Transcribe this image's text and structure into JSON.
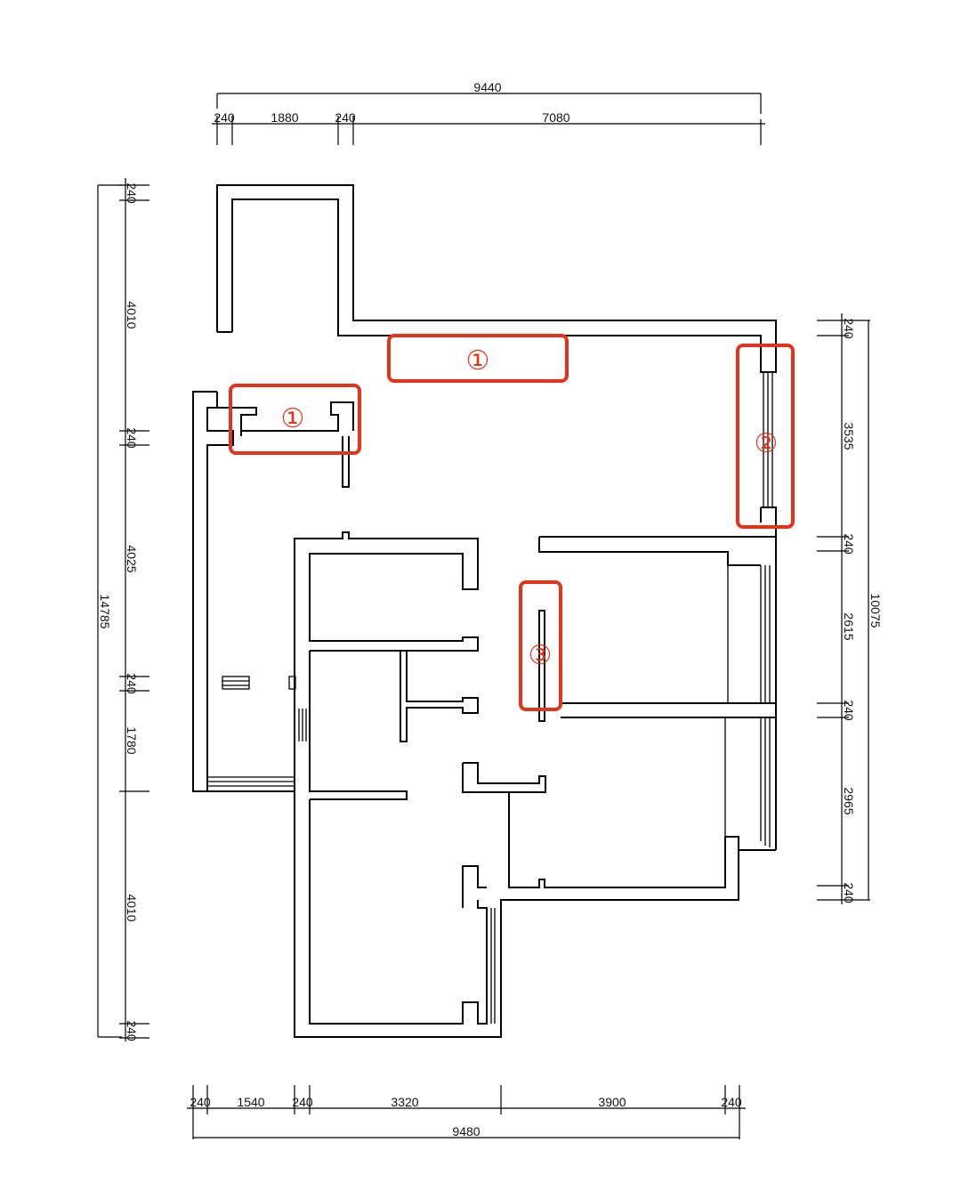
{
  "dimensions": {
    "top_total": "9440",
    "top_segments": [
      "240",
      "1880",
      "240",
      "7080"
    ],
    "bottom_total": "9480",
    "bottom_segments": [
      "240",
      "1540",
      "240",
      "3320",
      "3900",
      "240"
    ],
    "left_total": "14785",
    "left_segments": [
      "240",
      "4010",
      "240",
      "4025",
      "240",
      "1780",
      "4010",
      "240"
    ],
    "right_total": "10075",
    "right_segments": [
      "240",
      "3535",
      "240",
      "2615",
      "240",
      "2965",
      "240"
    ]
  },
  "markers": [
    {
      "label": "①"
    },
    {
      "label": "①"
    },
    {
      "label": "②"
    },
    {
      "label": "③"
    }
  ],
  "colors": {
    "marker": "#e4321b",
    "wall": "#000000"
  }
}
